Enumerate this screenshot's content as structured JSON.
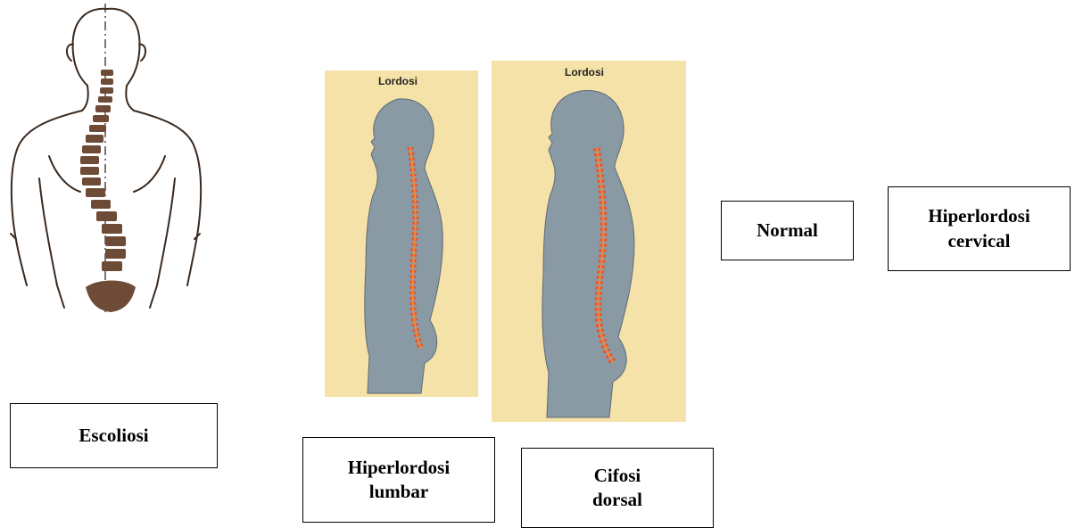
{
  "panels": {
    "lumbar_title": "Lordosi",
    "dorsal_title": "Lordosi"
  },
  "labels": {
    "escoliosi": [
      "Escoliosi"
    ],
    "hiperlordosi_lumbar": [
      "Hiperlordosi",
      "lumbar"
    ],
    "cifosi_dorsal": [
      "Cifosi",
      "dorsal"
    ],
    "normal": [
      "Normal"
    ],
    "hiperlordosi_cervical": [
      "Hiperlordosi",
      "cervical"
    ]
  }
}
